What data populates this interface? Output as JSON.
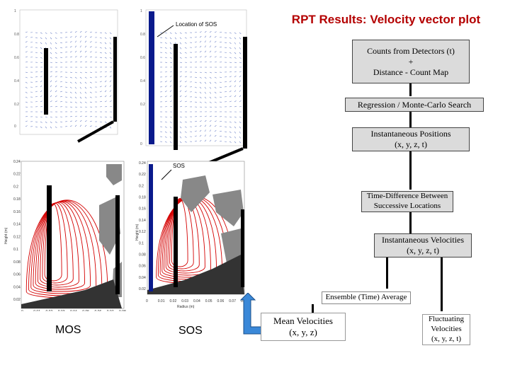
{
  "title": "RPT Results: Velocity vector plot",
  "plots": {
    "top_right_annotation": "Location of SOS",
    "bottom_right_annotation": "SOS",
    "left_label": "MOS",
    "right_label": "SOS",
    "axis_x_label": "Radius (m)",
    "axis_y_label": "Height (m)",
    "bottom_x_ticks": [
      "0",
      "0.01",
      "0.02",
      "0.03",
      "0.04",
      "0.05",
      "0.06",
      "0.07",
      "0.08"
    ],
    "bottom_y_ticks": [
      "0.02",
      "0.04",
      "0.06",
      "0.08",
      "0.1",
      "0.12",
      "0.14",
      "0.16",
      "0.18",
      "0.2",
      "0.22",
      "0.24"
    ]
  },
  "flow": {
    "counts": {
      "line1": "Counts from Detectors (t)",
      "line2": "+",
      "line3": "Distance - Count Map"
    },
    "regression": "Regression / Monte-Carlo Search",
    "positions": {
      "line1": "Instantaneous Positions",
      "line2": "(x, y, z, t)"
    },
    "time_diff": {
      "line1": "Time-Difference Between",
      "line2": "Successive Locations"
    },
    "velocities": {
      "line1": "Instantaneous Velocities",
      "line2": "(x, y, z, t)"
    },
    "ensemble": "Ensemble (Time) Average",
    "mean": {
      "line1": "Mean Velocities",
      "line2": "(x, y, z)"
    },
    "fluctuating": {
      "line1": "Fluctuating",
      "line2": "Velocities",
      "line3": "(x, y, z, t)"
    }
  },
  "colors": {
    "title": "#b40000",
    "box_fill": "#dbdbdb",
    "streamline": "#d40000",
    "vector": "#6a7fc6",
    "sos_bar": "#0a1a8c",
    "blue_arrow": "#3a88d8"
  }
}
